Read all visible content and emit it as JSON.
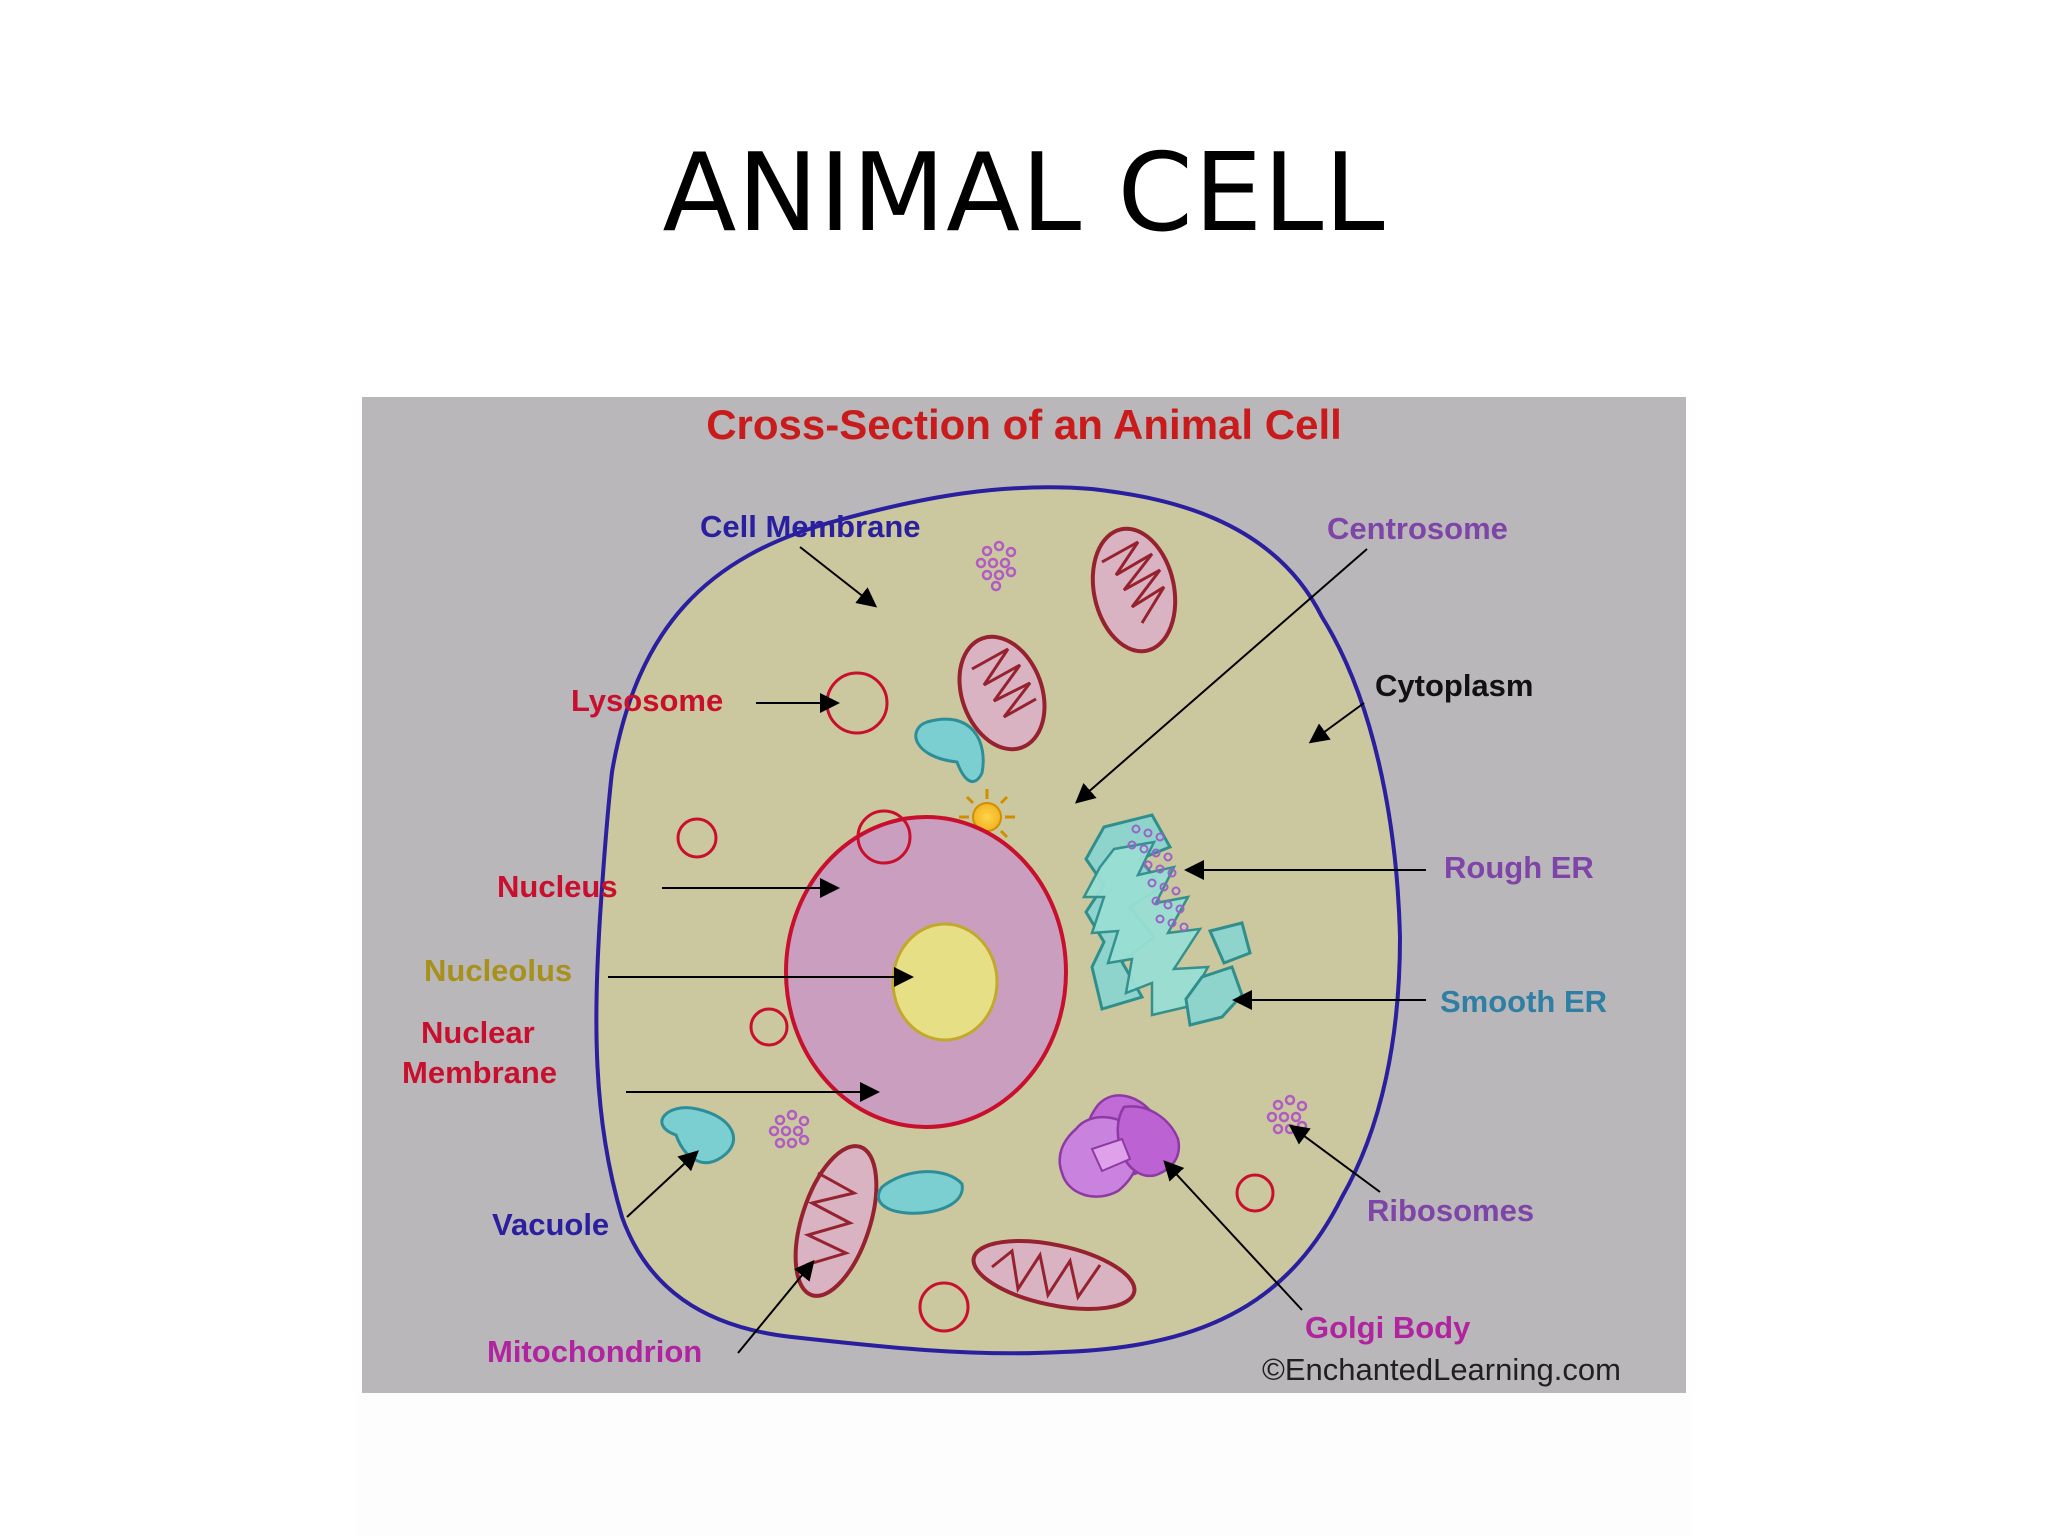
{
  "slide": {
    "title": "ANIMAL CELL"
  },
  "diagram": {
    "title": "Cross-Section of an Animal Cell",
    "credit": "©EnchantedLearning.com",
    "labels": {
      "cell_membrane": "Cell Membrane",
      "centrosome": "Centrosome",
      "lysosome": "Lysosome",
      "cytoplasm": "Cytoplasm",
      "nucleus": "Nucleus",
      "rough_er": "Rough ER",
      "nucleolus": "Nucleolus",
      "smooth_er": "Smooth ER",
      "nuclear_membrane_line1": "Nuclear",
      "nuclear_membrane_line2": "Membrane",
      "ribosomes": "Ribosomes",
      "vacuole": "Vacuole",
      "golgi_body": "Golgi Body",
      "mitochondrion": "Mitochondrion"
    },
    "colors": {
      "background": "#b9b7ba",
      "cytoplasm": "#cbc79e",
      "cell_membrane": "#2a1f9e",
      "nucleus_fill": "#c99ebf",
      "nuclear_membrane": "#c8102e",
      "nucleolus_fill": "#e6df86",
      "nucleolus_outline": "#c2a92b",
      "mitochondrion_fill": "#d9b3c1",
      "mitochondrion_outline": "#96222f",
      "vacuole_fill": "#7ccfd0",
      "vacuole_outline": "#2d8e9a",
      "golgi": "#c06bd6",
      "ribosome": "#b05cc2",
      "centrosome": "#f1b322",
      "title_red": "#c91b1b",
      "label_blue": "#2a1f9e",
      "label_red": "#c8102e",
      "label_gold": "#a8901c",
      "label_purple": "#7f44a8",
      "label_teal": "#2f7fa4",
      "label_magenta": "#b0249f",
      "label_black": "#111111"
    }
  }
}
